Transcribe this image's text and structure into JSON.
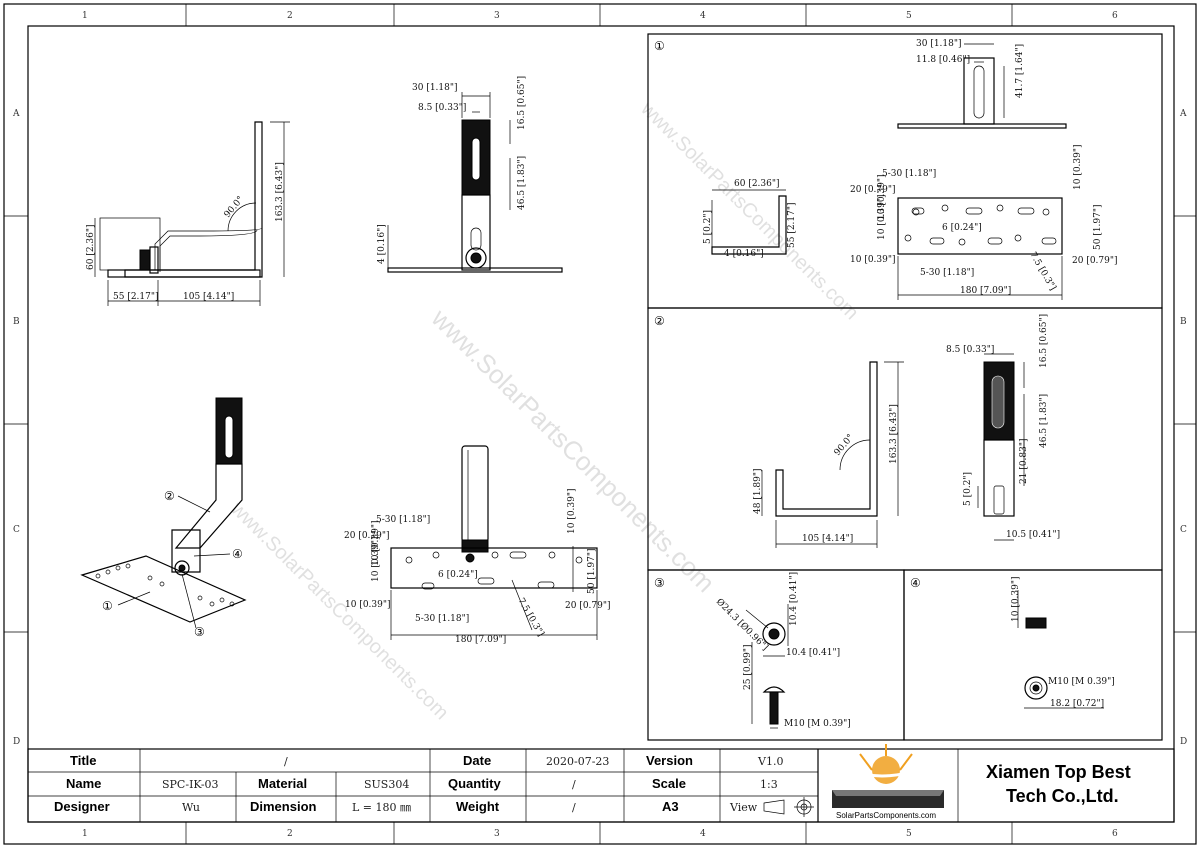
{
  "zones": {
    "columns": [
      "1",
      "2",
      "3",
      "4",
      "5",
      "6"
    ],
    "rows": [
      "A",
      "B",
      "C",
      "D"
    ]
  },
  "dims": {
    "view1": {
      "width55": "55 [2.17\"]",
      "width105": "105 [4.14\"]",
      "height60": "60 [2.36\"]",
      "height163": "163.3 [6.43\"]",
      "angle": "90.0°"
    },
    "view2": {
      "w30": "30 [1.18\"]",
      "w85": "8.5 [0.33\"]",
      "h165": "16.5 [0.65\"]",
      "h465": "46.5 [1.83\"]",
      "h4": "4 [0.16\"]"
    },
    "view3": {
      "d530": "5-30 [1.18\"]",
      "d20": "20 [0.79\"]",
      "d10a": "10 [0.39\"]",
      "d10b": "10 [0.39\"]",
      "d6": "6 [0.24\"]",
      "d10c": "10 [0.39\"]",
      "d530b": "5-30 [1.18\"]",
      "d180": "180 [7.09\"]",
      "d10r": "10 [0.39\"]",
      "d50": "50 [1.97\"]",
      "d20r": "20 [0.79\"]",
      "d75": "7.5 [0.3\"]"
    },
    "panel1": {
      "w30": "30 [1.18\"]",
      "w118": "11.8 [0.46\"]",
      "h417": "41.7 [1.64\"]",
      "w60": "60 [2.36\"]",
      "h5": "5 [0.2\"]",
      "h55": "55 [2.17\"]",
      "h4": "4 [0.16\"]",
      "d530": "5-30 [1.18\"]",
      "d20": "20 [0.79\"]",
      "d10a": "10 [0.39\"]",
      "d10b": "10 [0.39\"]",
      "d6": "6 [0.24\"]",
      "d10c": "10 [0.39\"]",
      "d530b": "5-30 [1.18\"]",
      "d180": "180 [7.09\"]",
      "d10r": "10 [0.39\"]",
      "d50": "50 [1.97\"]",
      "d20r": "20 [0.79\"]",
      "d75": "7.5 [0.3\"]"
    },
    "panel2": {
      "w85": "8.5 [0.33\"]",
      "h165": "16.5 [0.65\"]",
      "h465": "46.5 [1.83\"]",
      "h163": "163.3 [6.43\"]",
      "angle": "90.0°",
      "h48": "48 [1.89\"]",
      "w105": "105 [4.14\"]",
      "h21": "21 [0.83\"]",
      "h5": "5 [0.2\"]",
      "w105b": "10.5 [0.41\"]"
    },
    "panel3": {
      "dia": "Ø24.3 [Ø0.96\"]",
      "h104": "10.4 [0.41\"]",
      "w104": "10.4 [0.41\"]",
      "h25": "25 [0.99\"]",
      "m10": "M10 [M 0.39\"]"
    },
    "panel4": {
      "h10": "10 [0.39\"]",
      "m10": "M10 [M 0.39\"]",
      "w182": "18.2 [0.72\"]"
    }
  },
  "panels": {
    "p1": "①",
    "p2": "②",
    "p3": "③",
    "p4": "④"
  },
  "callouts": {
    "c1": "①",
    "c2": "②",
    "c3": "③",
    "c4": "④"
  },
  "watermark": "www.SolarPartsComponents.com",
  "title_block": {
    "title_label": "Title",
    "title_value": "/",
    "date_label": "Date",
    "date_value": "2020-07-23",
    "version_label": "Version",
    "version_value": "V1.0",
    "name_label": "Name",
    "name_value": "SPC-IK-03",
    "material_label": "Material",
    "material_value": "SUS304",
    "quantity_label": "Quantity",
    "quantity_value": "/",
    "scale_label": "Scale",
    "scale_value": "1:3",
    "designer_label": "Designer",
    "designer_value": "Wu",
    "dimension_label": "Dimension",
    "dimension_value": "L = 180 ㎜",
    "weight_label": "Weight",
    "weight_value": "/",
    "paper_value": "A3",
    "view_label": "View",
    "company_line1": "Xiamen Top Best",
    "company_line2": "Tech Co.,Ltd.",
    "logo_url": "SolarPartsComponents.com"
  },
  "colors": {
    "line": "#000000",
    "watermark": "#c8c8c8",
    "logo_orange": "#f0a020"
  }
}
